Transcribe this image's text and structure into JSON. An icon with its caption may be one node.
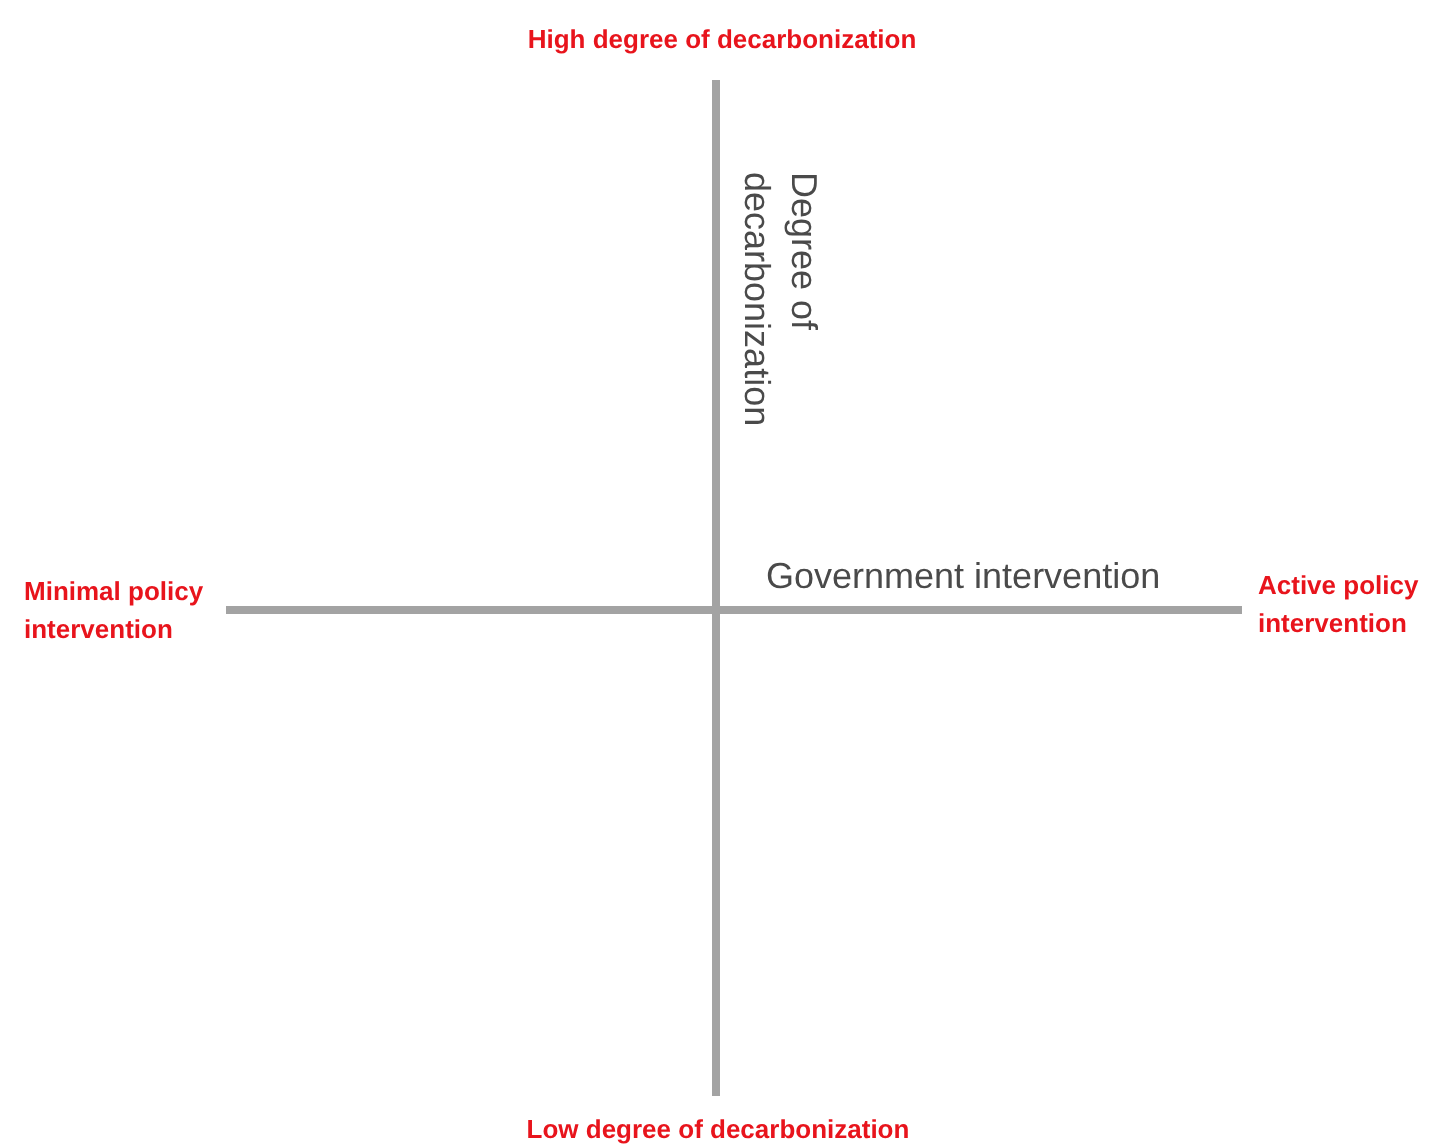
{
  "diagram": {
    "labels": [
      "High degree of decarbonization",
      "Degree of decarbonization",
      "Minimal policy intervention",
      "Government intervention",
      "Active policy intervention",
      "Low degree of decarbonization"
    ]
  }
}
